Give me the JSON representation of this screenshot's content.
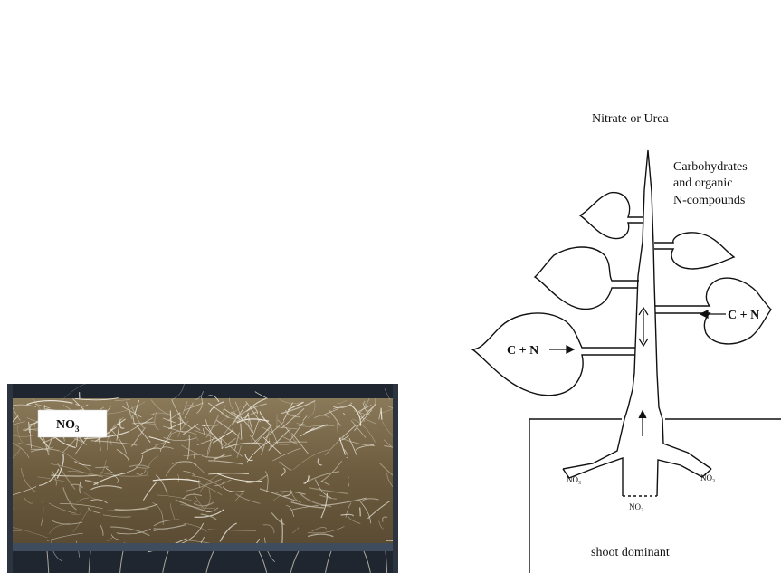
{
  "photo": {
    "caption": "NO",
    "caption_subscript": "3"
  },
  "diagram": {
    "title": "Nitrate or Urea",
    "products_label": [
      "Carbohydrates",
      "and organic",
      "N-compounds"
    ],
    "left_flow_label": "C + N",
    "right_flow_label": "C + N",
    "root_label_left": "NO₃",
    "root_label_right": "NO₃",
    "root_label_bottom": "NO₃",
    "caption": "shoot dominant"
  },
  "colors": {
    "soil": "#6d5c3e",
    "roots": "#d9d5c8",
    "tray_frame": "#3e4c5e",
    "line": "#111111"
  }
}
